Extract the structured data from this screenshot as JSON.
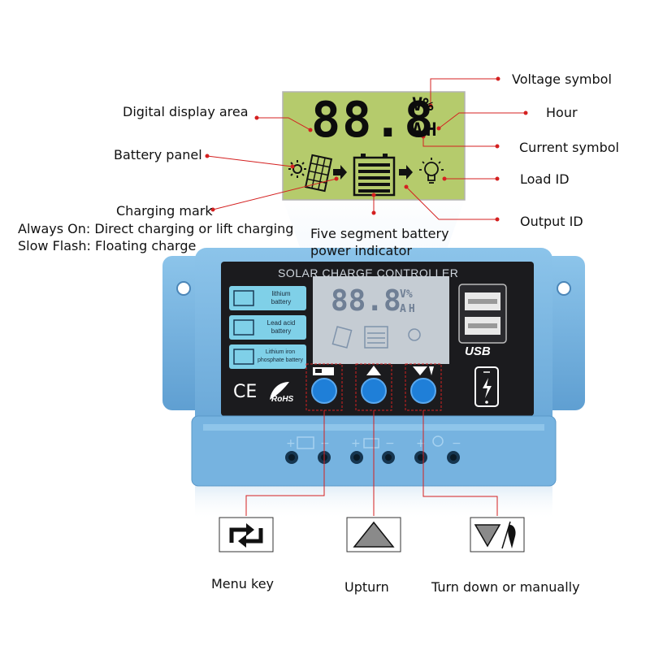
{
  "callouts": {
    "voltage_symbol": "Voltage symbol",
    "hour": "Hour",
    "current_symbol": "Current symbol",
    "load_id": "Load ID",
    "output_id": "Output ID",
    "digital_display_area": "Digital display area",
    "battery_panel": "Battery panel",
    "charging_mark": "Charging mark",
    "always_on": "Always On: Direct charging or lift charging",
    "slow_flash": "Slow Flash: Floating charge",
    "five_segment_line1": "Five segment battery",
    "five_segment_line2": "power indicator"
  },
  "lcd": {
    "digits": "88.8",
    "unit_top": "V%",
    "unit_bottom": "AH"
  },
  "controller": {
    "title": "SOLAR CHARGE CONTROLLER",
    "battery_types": [
      "lithium battery",
      "Lead acid battery",
      "Lithium iron phosphate battery"
    ],
    "battery_type_lines": [
      [
        "lithium",
        "battery"
      ],
      [
        "Lead acid",
        "battery"
      ],
      [
        "Lithium iron",
        "phosphate battery"
      ]
    ],
    "usb_label": "USB",
    "ce_mark": "CE",
    "rohs_mark": "RoHS",
    "small_digits": "88.8",
    "small_unit_top": "V%",
    "small_unit_bottom": "AH"
  },
  "keys": {
    "menu_label": "Menu key",
    "up_label": "Upturn",
    "down_label": "Turn down or manually"
  },
  "colors": {
    "callout_line": "#d42020",
    "lcd_green": "#b5cb6c",
    "panel_blue": "#7bb8e3",
    "panel_dark": "#1b1b1e",
    "button_blue": "#1f7fd8"
  }
}
